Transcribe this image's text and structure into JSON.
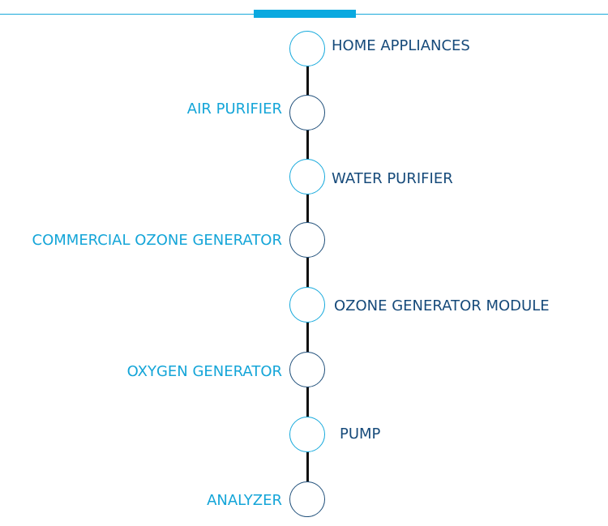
{
  "colors": {
    "accent": "#0aa9e0",
    "dark_blue": "#164a7a",
    "line": "#111111"
  },
  "timeline": {
    "items": [
      {
        "label": "HOME APPLIANCES"
      },
      {
        "label": "AIR PURIFIER"
      },
      {
        "label": "WATER PURIFIER"
      },
      {
        "label": "COMMERCIAL OZONE GENERATOR"
      },
      {
        "label": "OZONE GENERATOR MODULE"
      },
      {
        "label": "OXYGEN GENERATOR"
      },
      {
        "label": "PUMP"
      },
      {
        "label": "ANALYZER"
      }
    ]
  }
}
